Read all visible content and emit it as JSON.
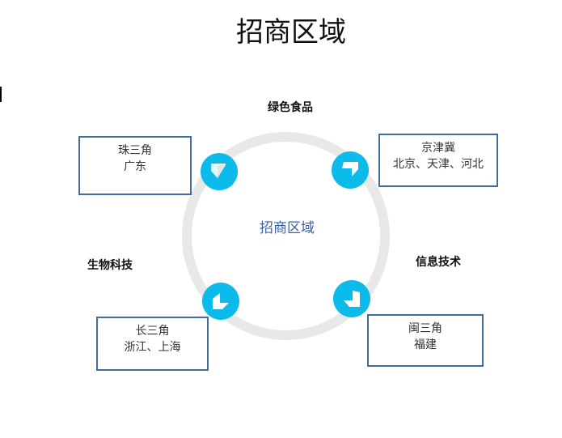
{
  "title": "招商区域",
  "center_label": "招商区域",
  "categories": [
    "绿色食品",
    "生物科技",
    "信息技术"
  ],
  "regions": [
    {
      "name": "珠三角",
      "areas": "广东"
    },
    {
      "name": "京津冀",
      "areas": "北京、天津、河北"
    },
    {
      "name": "长三角",
      "areas": "浙江、上海"
    },
    {
      "name": "闽三角",
      "areas": "福建"
    }
  ],
  "colors": {
    "accent": "#0dbbeb",
    "ring": "#e8e8e8",
    "box_border": "#416d9a",
    "center_text": "#3b5fa5"
  }
}
